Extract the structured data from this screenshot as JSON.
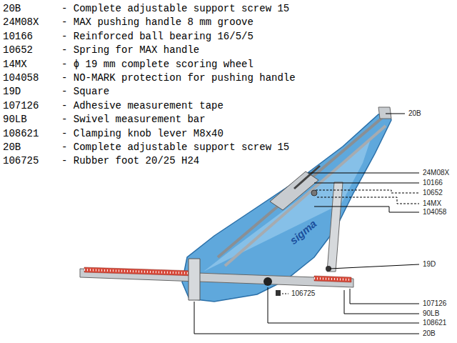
{
  "diagram": {
    "labels": [
      "20B",
      "- Complete adjustable support screw 15",
      "24M08X",
      "- MAX pushing handle 8 mm groove",
      "10166",
      "- Reinforced ball bearing 16/5/5",
      "10652",
      "- Spring for MAX handle",
      "14MX",
      "- ϕ 19 mm complete scoring wheel",
      "104058",
      "- NO-MARK protection for pushing handle",
      "19D",
      "- Square",
      "107126",
      "- Adhesive measurement tape",
      "90LB",
      "- Swivel measurement bar",
      "108621",
      "- Clamping knob lever M8x40",
      "20B",
      "- Complete adjustable support screw 15",
      "106725",
      "- Rubber foot 20/25 H24",
      "sigma",
      "20B",
      "24M08X",
      "10166",
      "10652",
      "14MX",
      "104058",
      "19D",
      "107126",
      "90LB",
      "106725",
      "108621",
      "20B"
    ]
  }
}
